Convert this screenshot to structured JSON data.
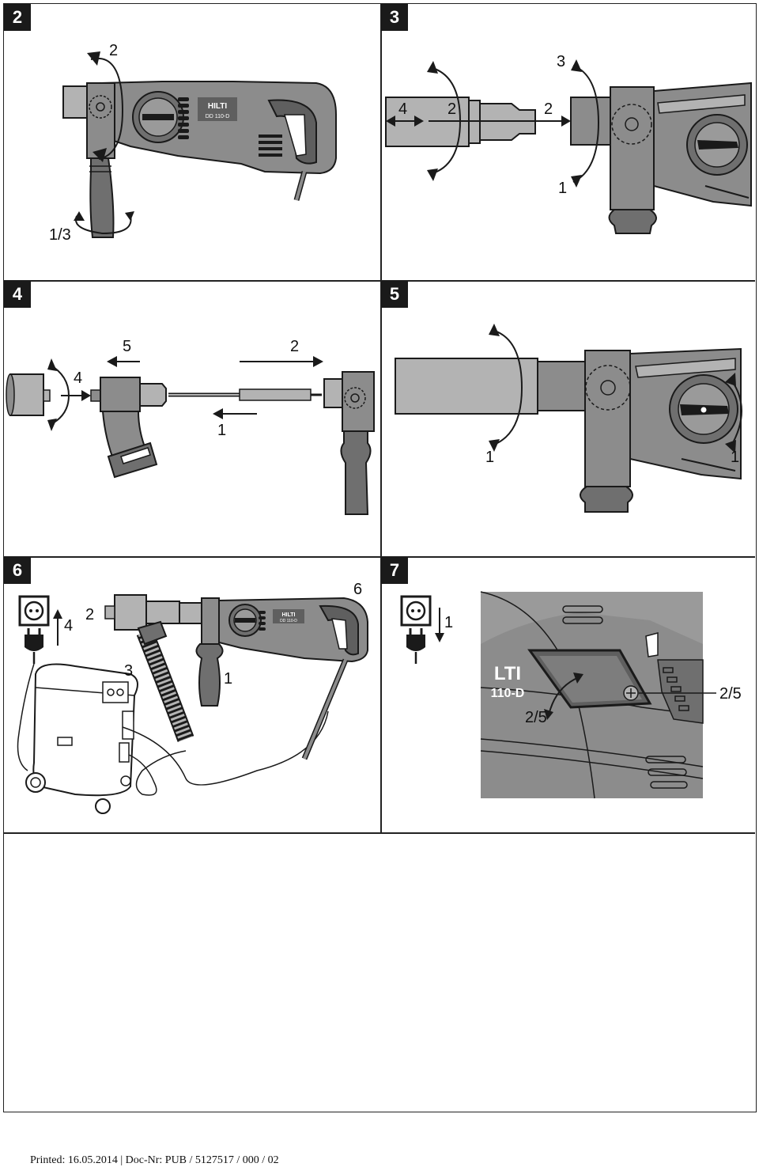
{
  "figures": {
    "f2": {
      "number": "2",
      "labels": {
        "top": "2",
        "bottom_left": "1/3"
      },
      "brand_text": "HILTI",
      "model_text": "DD 110-D"
    },
    "f3": {
      "number": "3",
      "labels": {
        "left_4": "4",
        "left_2": "2",
        "mid_2": "2",
        "top_3": "3",
        "bottom_1": "1"
      }
    },
    "f4": {
      "number": "4",
      "labels": {
        "l4": "4",
        "l5": "5",
        "l2": "2",
        "l1": "1"
      }
    },
    "f5": {
      "number": "5",
      "labels": {
        "bottom_left_1": "1",
        "bottom_right_1": "1"
      }
    },
    "f6": {
      "number": "6",
      "labels": {
        "l4": "4",
        "l2": "2",
        "l6": "6",
        "l3": "3",
        "l1": "1"
      },
      "brand_text": "HILTI",
      "model_text": "DD 110-D"
    },
    "f7": {
      "number": "7",
      "labels": {
        "l1": "1",
        "right_25": "2/5",
        "bottom_25": "2/5"
      },
      "brand_text": "LTI",
      "model_text": "110-D"
    }
  },
  "footer": {
    "text": "Printed: 16.05.2014 | Doc-Nr: PUB / 5127517 / 000 / 02"
  },
  "colors": {
    "tool_gray": "#8c8c8c",
    "tool_dark": "#5f5f5f",
    "tool_light": "#b3b3b3",
    "outline": "#1a1a1a"
  }
}
